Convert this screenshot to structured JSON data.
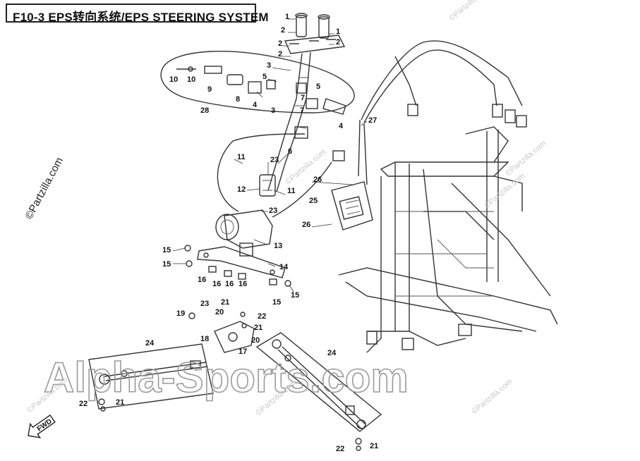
{
  "title": "F10-3 EPS转向系统/EPS STEERING SYSTEM",
  "watermark_main": "Alpha-Sports.com",
  "watermark_side": "©Partzilla.com",
  "watermark_small": "©Partzilla.com",
  "fwd_label": "FWD",
  "callouts": [
    "1",
    "2",
    "1",
    "2",
    "2",
    "2",
    "3",
    "10",
    "10",
    "9",
    "8",
    "5",
    "5",
    "4",
    "7",
    "3",
    "7",
    "4",
    "28",
    "6",
    "27",
    "11",
    "23",
    "12",
    "11",
    "23",
    "26",
    "25",
    "26",
    "13",
    "15",
    "15",
    "14",
    "16",
    "16",
    "16",
    "15",
    "16",
    "15",
    "23",
    "21",
    "19",
    "20",
    "22",
    "18",
    "21",
    "20",
    "17",
    "24",
    "24",
    "22",
    "21",
    "22",
    "21"
  ]
}
